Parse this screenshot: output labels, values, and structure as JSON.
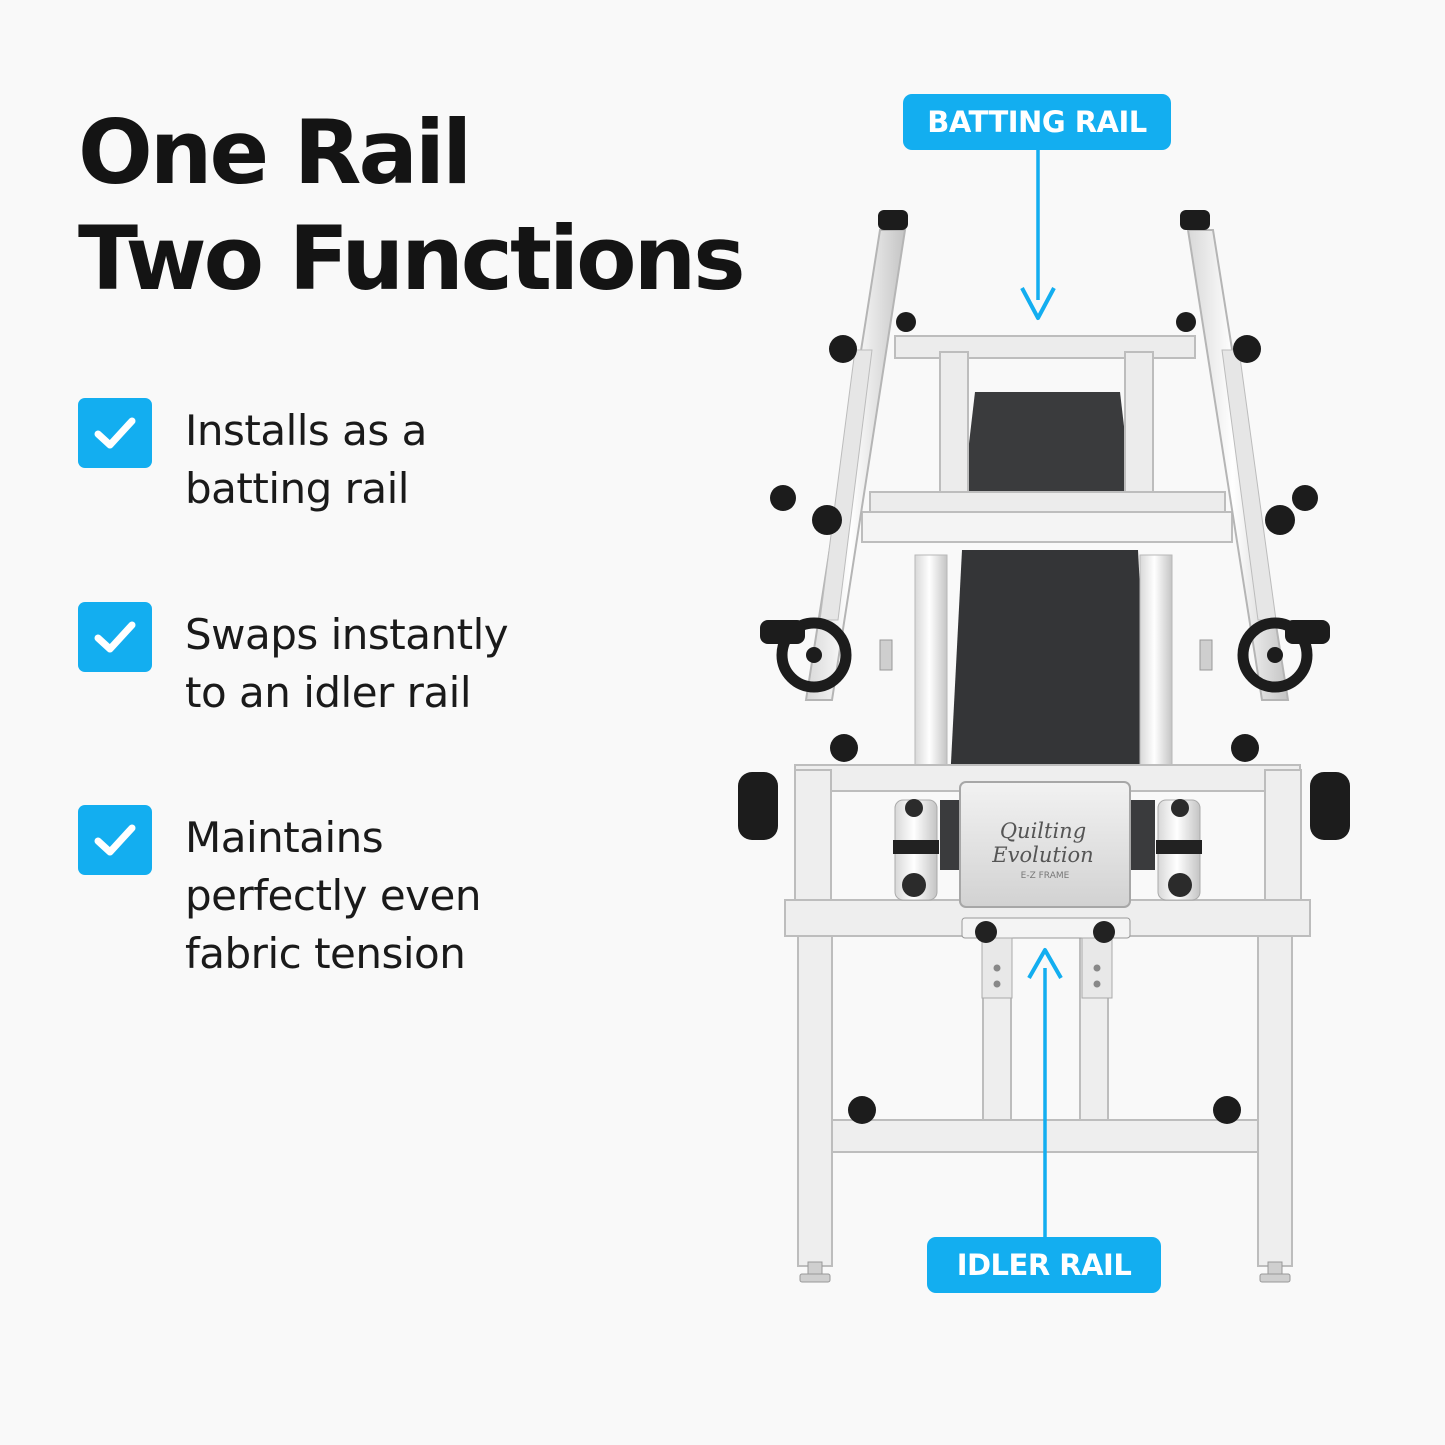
{
  "headline": {
    "line1": "One Rail",
    "line2": "Two Functions"
  },
  "features": [
    {
      "line1": "Installs as a",
      "line2": "batting rail",
      "line3": "",
      "icon": "checkmark-icon"
    },
    {
      "line1": "Swaps instantly",
      "line2": "to an idler rail",
      "line3": "",
      "icon": "checkmark-icon"
    },
    {
      "line1": "Maintains",
      "line2": "perfectly even",
      "line3": "fabric tension",
      "icon": "checkmark-icon"
    }
  ],
  "callouts": {
    "batting": "BATTING RAIL",
    "idler": "IDLER RAIL"
  },
  "product": {
    "brand_line1": "Quilting",
    "brand_line2": "Evolution",
    "model": "E-Z FRAME"
  },
  "colors": {
    "accent": "#13aef0",
    "text": "#141414",
    "background": "#f9f9f9"
  }
}
